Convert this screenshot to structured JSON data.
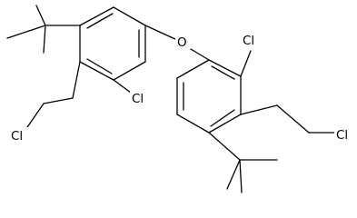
{
  "molecule": {
    "atoms": {
      "oxygen": "O",
      "chlorine_ring_left": "Cl",
      "chlorine_chain_left": "Cl",
      "chlorine_ring_right": "Cl",
      "chlorine_chain_right": "Cl"
    },
    "colors": {
      "bond": "#000000",
      "text": "#000000",
      "background": "#ffffff"
    }
  }
}
